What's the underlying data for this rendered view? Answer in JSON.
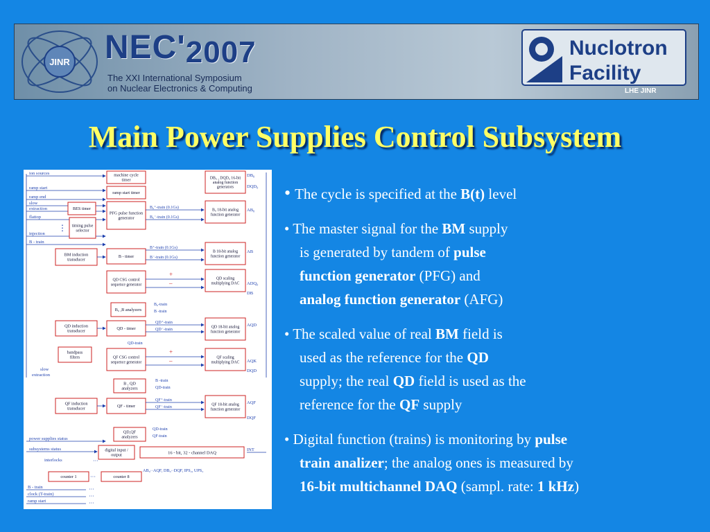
{
  "banner": {
    "logo_left_text": "JINR",
    "event_title": "NEC'",
    "event_year": "2007",
    "event_subtitle_1": "The XXI International Symposium",
    "event_subtitle_2": "on Nuclear Electronics & Computing",
    "logo_right_line1": "Nuclotron",
    "logo_right_line2": "Facility",
    "logo_right_small": "LHE JINR"
  },
  "slide": {
    "title": "Main Power Supplies Control Subsystem"
  },
  "bullets": [
    {
      "lines": [
        [
          "The cycle is specified at the ",
          "B(t)",
          " level"
        ]
      ]
    },
    {
      "lines": [
        [
          "• The master signal for the ",
          "BM",
          " supply"
        ],
        [
          "is generated  by tandem of ",
          "pulse",
          ""
        ],
        [
          "function generator",
          " (PFG)  and",
          ""
        ],
        [
          "analog function generator",
          " (AFG)",
          ""
        ]
      ]
    },
    {
      "lines": [
        [
          "• The scaled value of real ",
          "BM",
          " field is"
        ],
        [
          "used as the reference for the ",
          "QD",
          ""
        ],
        [
          "supply; the real ",
          "QD",
          " field is used as the"
        ],
        [
          "reference for the ",
          "QF",
          " supply"
        ]
      ]
    },
    {
      "lines": [
        [
          "• Digital function (trains) is monitoring by ",
          "pulse",
          ""
        ],
        [
          "train analizer",
          "; the analog ones is measured by",
          ""
        ],
        [
          "16-bit multichannel DAQ",
          " (sampl. rate: ",
          "1 kHz",
          ")"
        ]
      ]
    }
  ],
  "diagram": {
    "signals_left": [
      "ion sources",
      "ramp start",
      "ramp end",
      "slow",
      "extraction",
      "flattop",
      "injection",
      "B - train"
    ],
    "boxes": {
      "machine_cycle_timer": "machine cycle timer",
      "ramp_start_timer": "ramp start timer",
      "bes_timer": "BES timer",
      "timing_pulse_selector": "timing pulse selector",
      "pfg": "PFG pulse function generator",
      "db_gen": "DB₀ , DQD₀ 16-bit analog function generators",
      "b0_gen": "B₀ 18-bit analog function generator",
      "bm_induction": "BM induction transducer",
      "b_timer": "B - timer",
      "b_gen": "B 18-bit analog function generator",
      "qd_csg": "QD CSG control sequence generator",
      "qd_scaling": "QD scaling multiplying DAC",
      "b0b_analyzers": "B₀ ,B analyzers",
      "qd_induction": "QD induction transducer",
      "qd_timer": "QD - timer",
      "qd_gen": "QD 18-bit analog function generator",
      "bandpass": "bandpass filters",
      "qf_csg": "QF CSG control sequence generator",
      "qf_scaling": "QF scaling multiplying DAC",
      "bqd_analyzers": "B , QD analyzers",
      "qf_induction": "QF induction transducer",
      "qf_timer": "QF - timer",
      "qf_gen": "QF 18-bit analog function generator",
      "qdqf_analyzers": "QD,QF analyzers",
      "digital_io": "digital input / output",
      "daq": "16 - bit,    32 - channel  DAQ",
      "counter1": "counter 1",
      "counter8": "counter 8"
    },
    "trains": {
      "b0_train_1": "B₀⁺-train (0.1Gs)",
      "b0_train_2": "B₀⁻-train (0.1Gs)",
      "b_train_1": "B⁺-train (0.1Gs)",
      "b_train_2": "B⁻-train (0.1Gs)",
      "b0_train": "B₀-train",
      "b_train_short": "B -train",
      "qd_train_1": "QD⁺-train",
      "qd_train_2": "QD⁻-train",
      "qd_train": "QD-train",
      "b_train_2b": "B -train",
      "qd_train_b": "QD-train",
      "qf_train_1": "QF⁺-train",
      "qf_train_2": "QF⁻-train",
      "qd_train_c": "QD-train",
      "qf_train": "QF-train"
    },
    "outputs_right": [
      "DB₀",
      "DQD₀",
      "AB₀",
      "AB",
      "ADQ₀",
      "DB",
      "AQD",
      "AQK",
      "DQD",
      "AQF",
      "DQF",
      "INT"
    ],
    "bottom_labels": [
      "power supplies  status",
      "subsystems  status",
      "interlocks",
      "slow",
      "extraction",
      "B - train",
      "clock (T-train)",
      "ramp start"
    ],
    "daq_inputs": "AB₀··AQF,  DB₀··DQF, IPS₂, UPS₂",
    "plus": "+",
    "minus": "–",
    "dots": "···"
  },
  "colors": {
    "background": "#1486e4",
    "title": "#ffff66",
    "box_border": "#cc2222",
    "signal_text": "#1d3fae",
    "diagram_bg": "#ffffff"
  }
}
